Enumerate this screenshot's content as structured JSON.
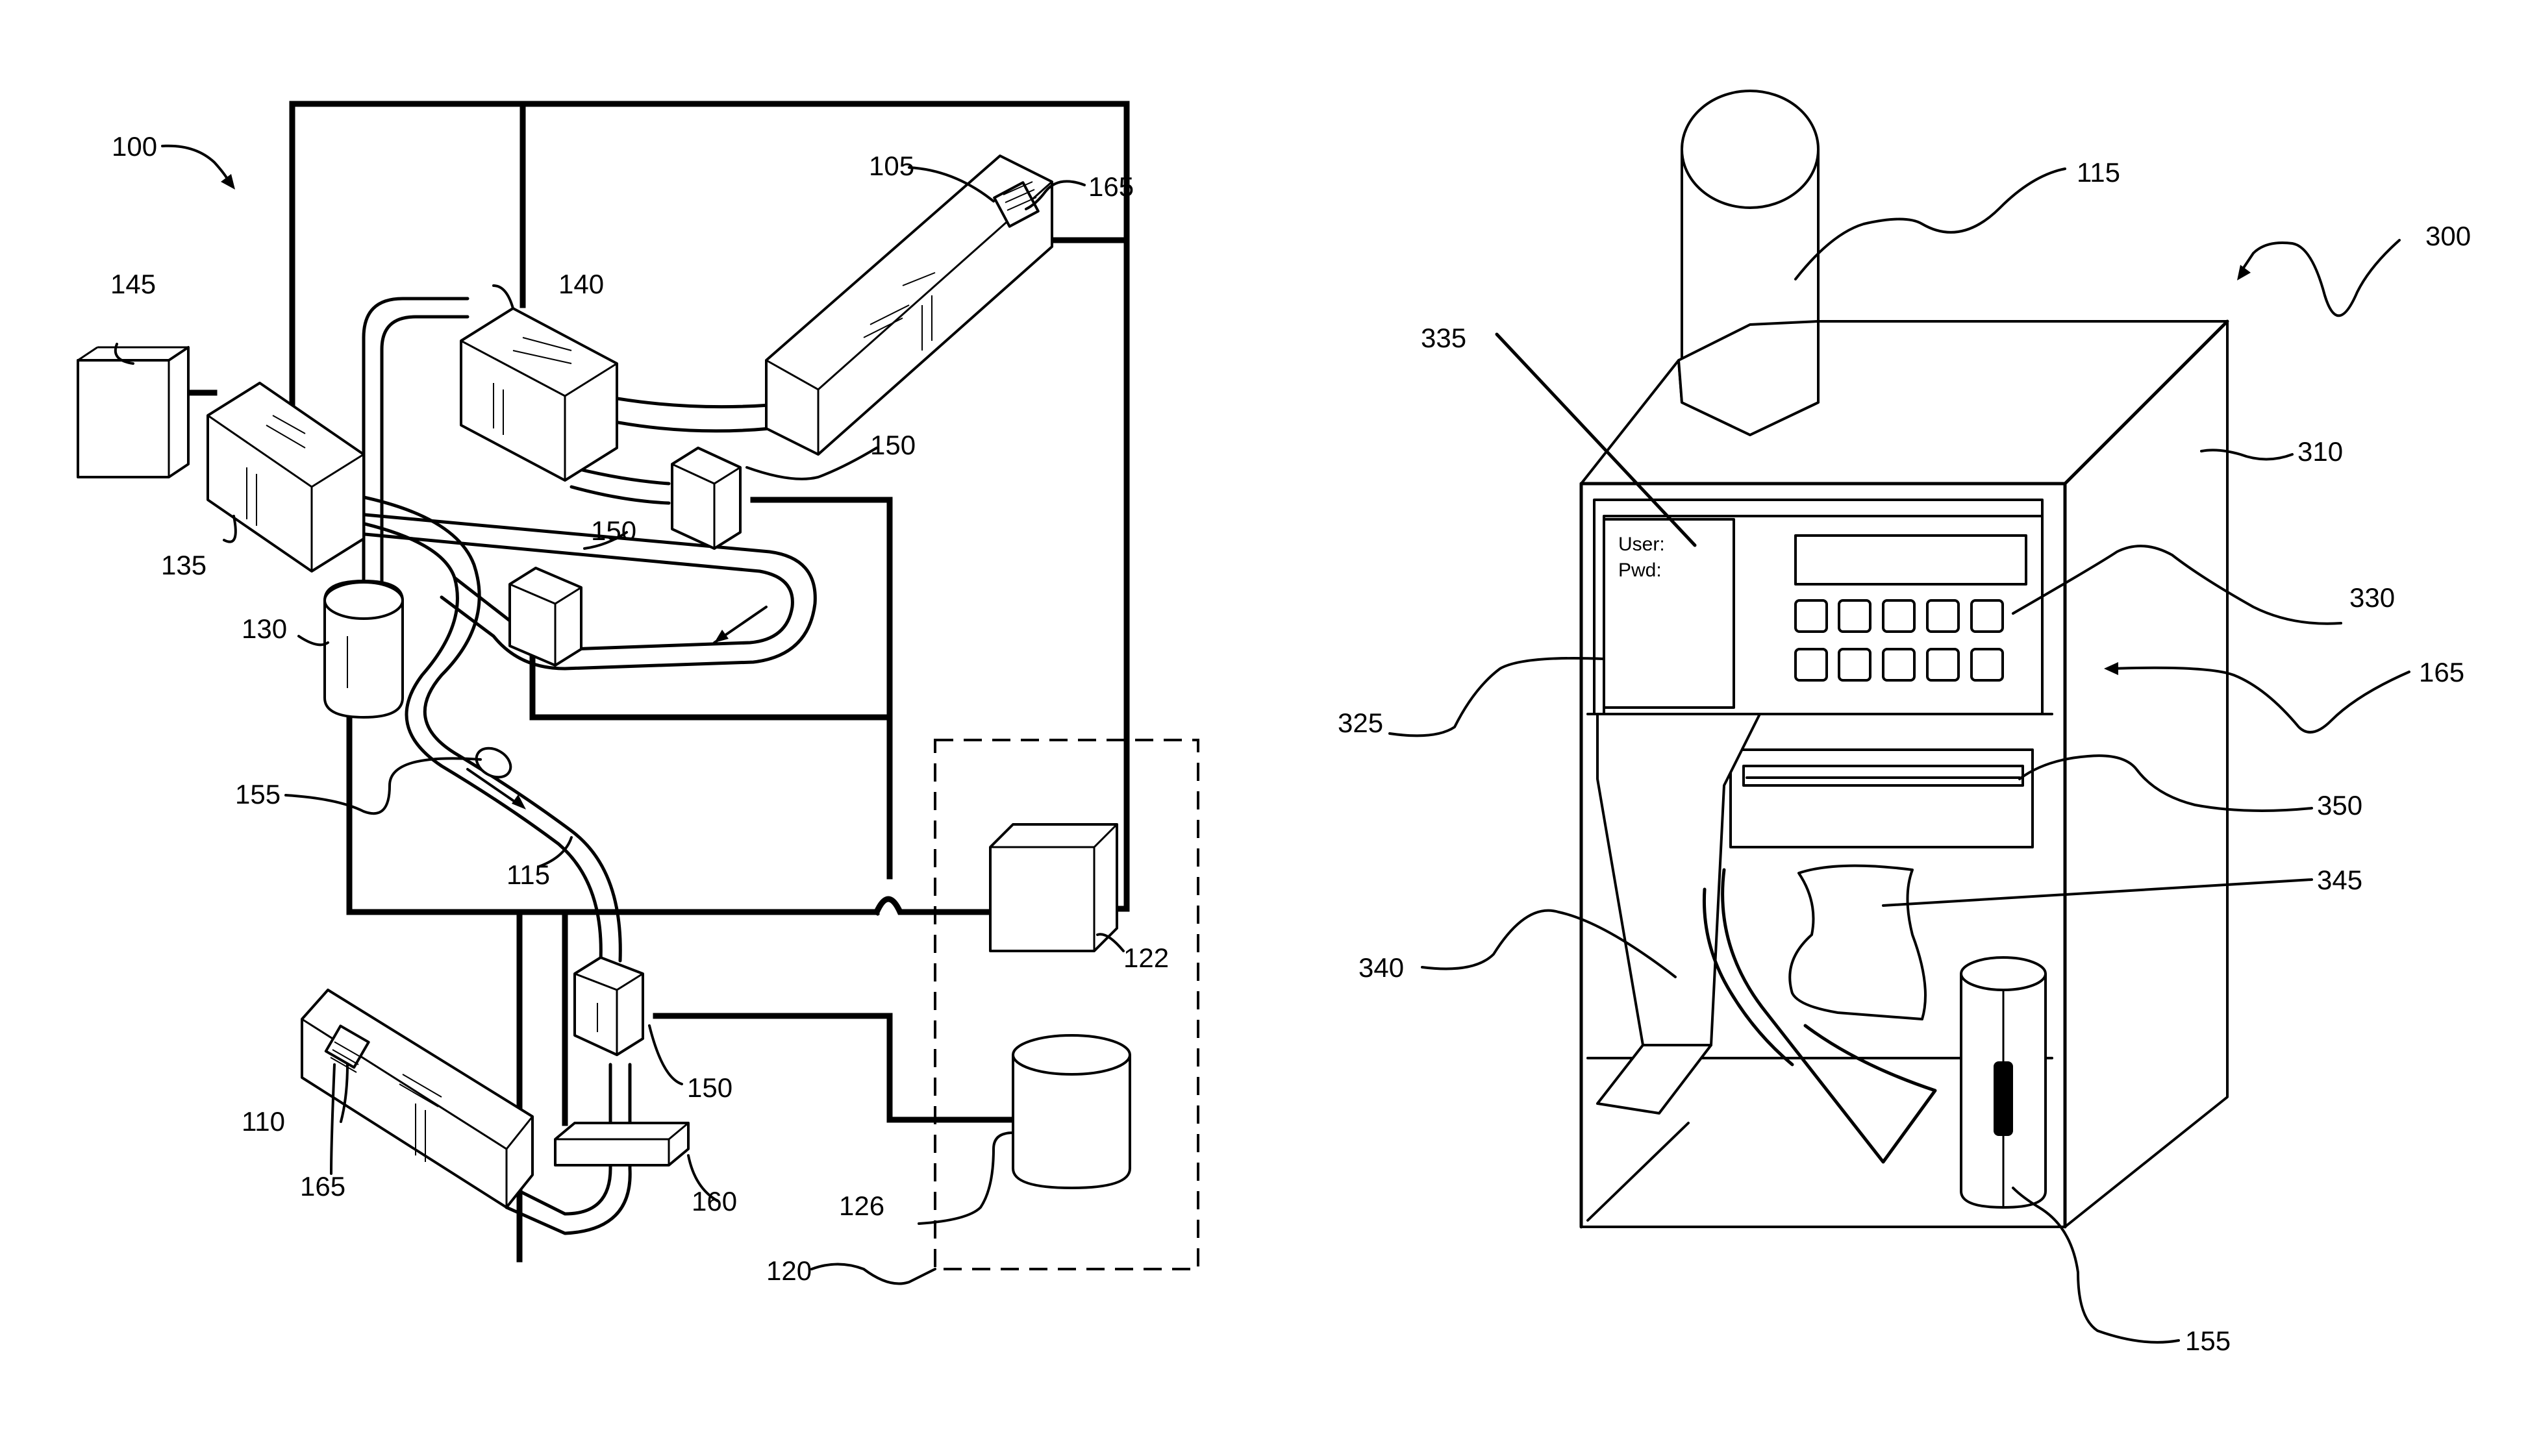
{
  "figure_left": {
    "labels": {
      "system": "100",
      "tube_end_a": "105",
      "tube_end_b": "110",
      "tube": "115",
      "remote_station": "120",
      "remote_computer": "122",
      "database": "126",
      "blower": "130",
      "diverter_main": "135",
      "diverter_upper": "140",
      "controller": "145",
      "sensor_upper": "150",
      "sensor_middle": "150",
      "sensor_lower": "150",
      "carrier": "155",
      "reader_top": "165",
      "reader_bottom": "165",
      "valve": "160"
    }
  },
  "figure_right": {
    "labels": {
      "station": "300",
      "tube": "115",
      "housing": "310",
      "keypad": "330",
      "display_panel": "335",
      "reader": "165",
      "user_interface": "325",
      "printer_slot": "350",
      "receipt": "345",
      "chute": "340",
      "carrier": "155"
    },
    "screen": {
      "user_label": "User:",
      "pwd_label": "Pwd:"
    }
  }
}
